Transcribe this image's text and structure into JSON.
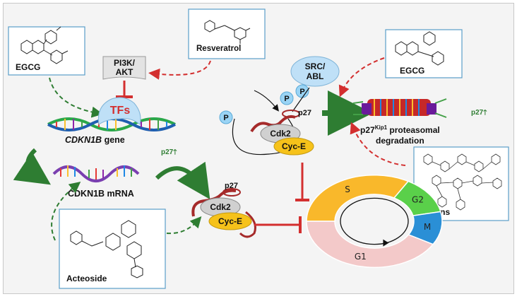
{
  "compounds": {
    "egcg_left": "EGCG",
    "resveratrol": "Resveratrol",
    "egcg_right": "EGCG",
    "tannins": "Tannins",
    "acteoside": "Acteoside"
  },
  "pathway": {
    "pi3k_line1": "PI3K/",
    "akt": "AKT",
    "tfs": "TFs",
    "gene_name": "CDKN1B",
    "gene_suffix": " gene",
    "mrna": "CDKN1B mRNA",
    "src": "SRC/",
    "abl": "ABL",
    "phospho": "P"
  },
  "complex": {
    "p27": "p27",
    "cdk2": "Cdk2",
    "cyce": "Cyc-E"
  },
  "degradation": {
    "p27_main": "p27",
    "p27_sup": "Kip1",
    "proteasomal": " proteasomal",
    "degradation": "degradation"
  },
  "upreg": {
    "label": "p27",
    "arrow": "🡑"
  },
  "cell_cycle": {
    "phases": [
      "S",
      "G2",
      "M",
      "G1"
    ]
  },
  "colors": {
    "green_arrow": "#2e7d32",
    "red_inhibit": "#d32f2f",
    "phase_s": "#f9b82b",
    "phase_g2": "#5ad04a",
    "phase_m": "#2a8fd6",
    "phase_g1": "#f3c9c9",
    "tfs_fill": "#bfe0f7",
    "cdk2_fill": "#d0d0d0",
    "cyce_fill": "#f6c21a"
  }
}
